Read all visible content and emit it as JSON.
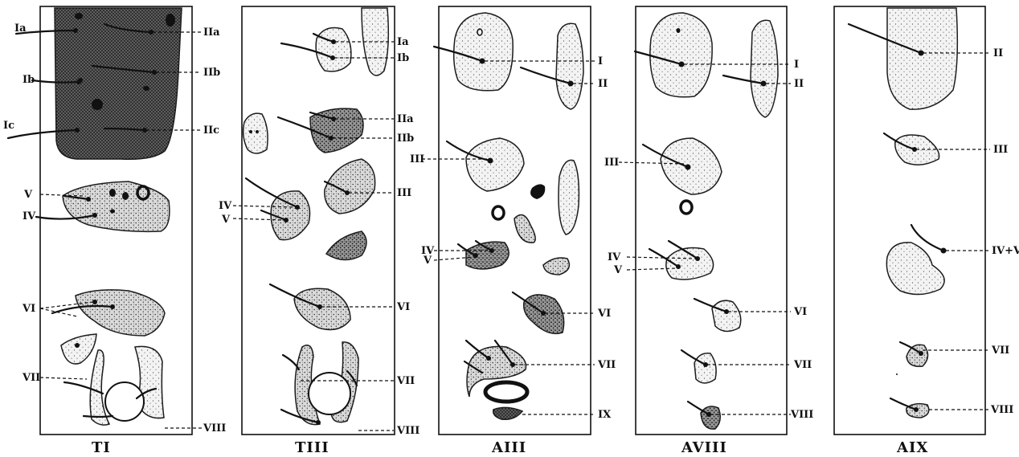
{
  "panels": [
    {
      "caption": "TI",
      "labels": {
        "l_Ia": "Ia",
        "l_Ib": "Ib",
        "l_Ic": "Ic",
        "l_IIa": "IIa",
        "l_IIb": "IIb",
        "l_IIc": "IIc",
        "l_V": "V",
        "l_IV": "IV",
        "l_VI": "VI",
        "l_VII": "VII",
        "l_VIII": "VIII"
      }
    },
    {
      "caption": "TIII",
      "labels": {
        "l_Ia": "Ia",
        "l_Ib": "Ib",
        "l_IIa": "IIa",
        "l_IIb": "IIb",
        "l_III": "III",
        "l_IV": "IV",
        "l_V": "V",
        "l_VI": "VI",
        "l_VII": "VII",
        "l_VIII": "VIII"
      }
    },
    {
      "caption": "AIII",
      "labels": {
        "l_I": "I",
        "l_II": "II",
        "l_III": "III",
        "l_IV": "IV",
        "l_V": "V",
        "l_VI": "VI",
        "l_VII": "VII",
        "l_IX": "IX"
      }
    },
    {
      "caption": "AVIII",
      "labels": {
        "l_I": "I",
        "l_II": "II",
        "l_III": "III",
        "l_IV": "IV",
        "l_V": "V",
        "l_VI": "VI",
        "l_VII": "VII",
        "l_VIII": "VIII"
      }
    },
    {
      "caption": "AIX",
      "labels": {
        "l_II": "II",
        "l_III": "III",
        "l_IVV": "IV+V",
        "l_VII": "VII",
        "l_VIII": "VIII"
      }
    }
  ]
}
